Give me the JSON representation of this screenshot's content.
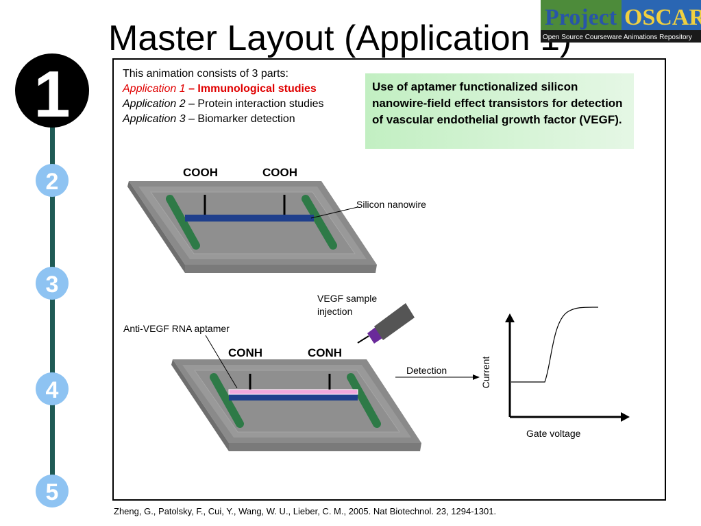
{
  "title": "Master Layout (Application 1)",
  "logo": {
    "word1": "Project",
    "word2": "OSCAR",
    "tagline": "Open Source Courseware Animations Repository"
  },
  "steps": [
    "1",
    "2",
    "3",
    "4",
    "5"
  ],
  "intro": {
    "line1": "This animation consists of 3 parts:",
    "app1_name": "Application 1",
    "app1_desc": " – Immunological studies",
    "app2_name": "Application 2",
    "app2_desc": " – Protein interaction studies",
    "app3_name": "Application 3",
    "app3_desc": " – Biomarker detection"
  },
  "callout": "Use of aptamer functionalized silicon nanowire-field effect transistors for detection of vascular endothelial growth factor (VEGF).",
  "top_chip": {
    "label_left": "COOH",
    "label_right": "COOH",
    "nanowire_label": "Silicon nanowire"
  },
  "bottom_chip": {
    "label_left": "CONH",
    "label_right": "CONH",
    "aptamer_label": "Anti-VEGF RNA aptamer"
  },
  "syringe_label_1": "VEGF sample",
  "syringe_label_2": "injection",
  "detection_label": "Detection",
  "graph": {
    "ylabel": "Current",
    "xlabel": "Gate voltage"
  },
  "citation": "Zheng, G., Patolsky, F., Cui, Y., Wang, W. U., Lieber, C. M., 2005. Nat Biotechnol. 23, 1294-1301.",
  "colors": {
    "step_active": "#000000",
    "step_inactive": "#8ec3f2",
    "rail": "#1f5a55",
    "nanowire": "#1f3f8c",
    "electrode": "#2e7a47",
    "aptamer": "#f0a8dc",
    "callout_bg": "#c2efc2"
  }
}
